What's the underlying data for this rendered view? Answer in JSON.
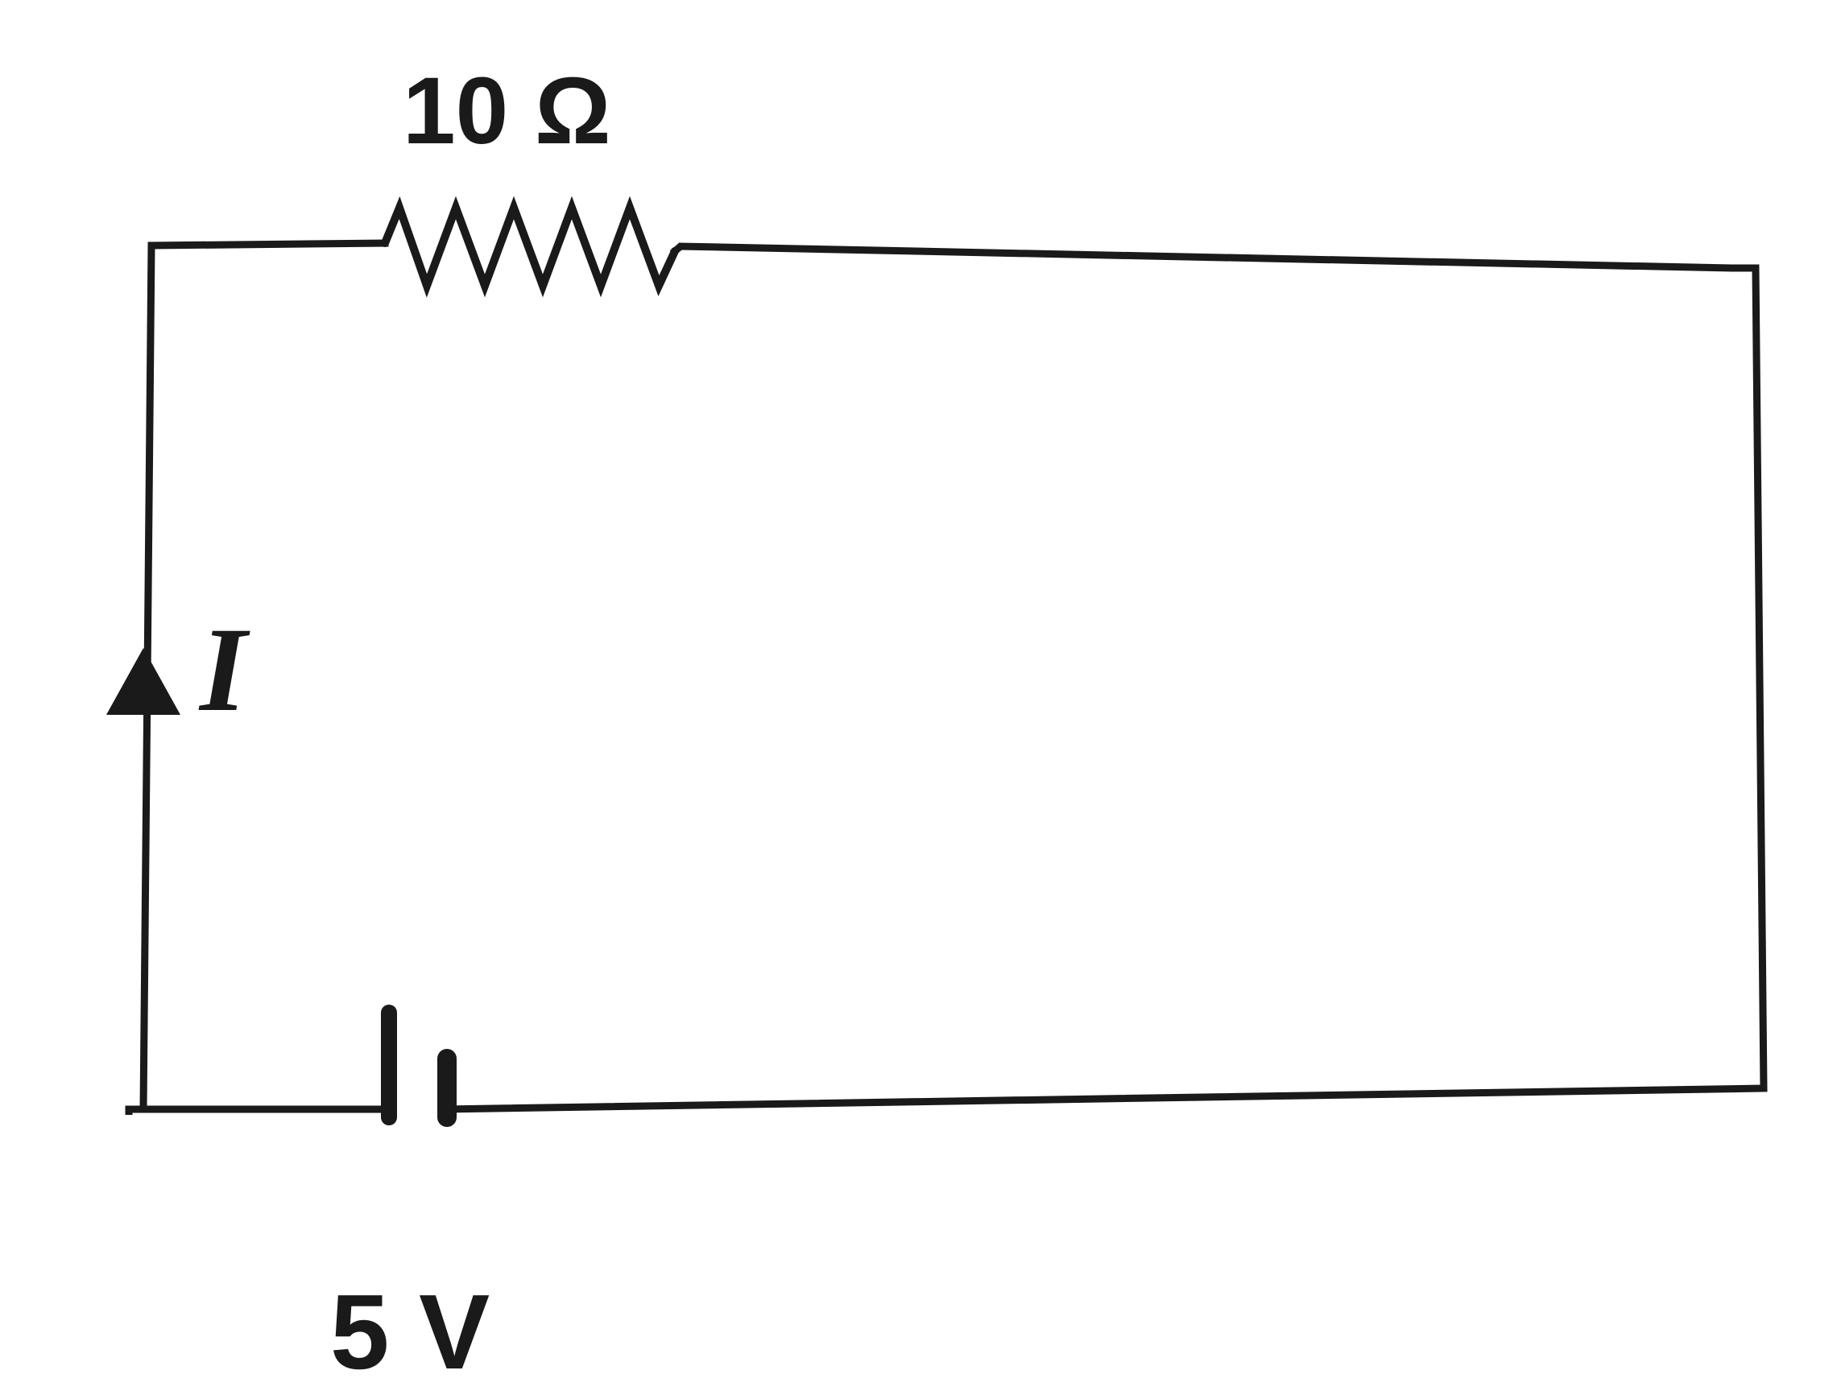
{
  "diagram": {
    "resistor_label": "10 Ω",
    "battery_label": "5 V",
    "current_label": "I"
  }
}
